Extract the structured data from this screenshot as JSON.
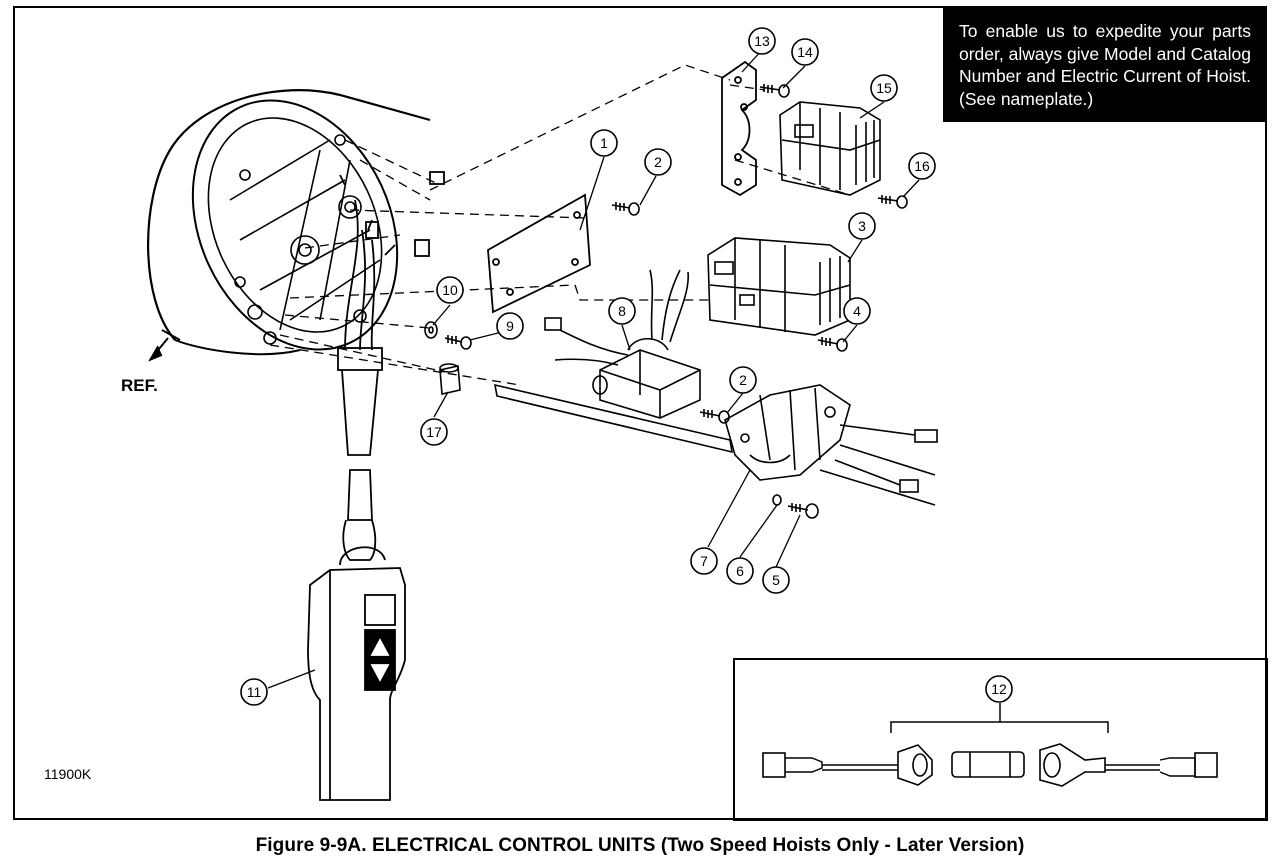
{
  "notice": "To enable us to expedite your parts order, always give Model and Catalog Number and Electric Current of Hoist. (See nameplate.)",
  "figure_caption": "Figure 9-9A. ELECTRICAL CONTROL UNITS (Two Speed Hoists Only - Later Version)",
  "figure_code": "11900K",
  "ref_label": "REF.",
  "callouts": {
    "c1": "1",
    "c2a": "2",
    "c2b": "2",
    "c3": "3",
    "c4": "4",
    "c5": "5",
    "c6": "6",
    "c7": "7",
    "c8": "8",
    "c9": "9",
    "c10": "10",
    "c11": "11",
    "c12": "12",
    "c13": "13",
    "c14": "14",
    "c15": "15",
    "c16": "16",
    "c17": "17"
  }
}
